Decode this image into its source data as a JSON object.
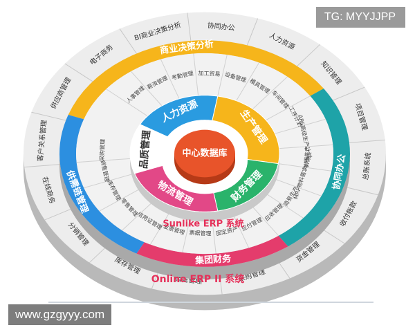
{
  "watermark": "TG: MYYJJPP",
  "site": "www.gzgyyy.com",
  "center": {
    "label": "中心数据库"
  },
  "inner_ring": {
    "segments": [
      {
        "label": "人力资源",
        "color": "#2a9be0"
      },
      {
        "label": "生产管理",
        "color": "#f6b51b"
      },
      {
        "label": "财务管理",
        "color": "#2ab36b"
      },
      {
        "label": "物流管理",
        "color": "#e24887"
      },
      {
        "label": "品质管理",
        "color": "#ffffff"
      }
    ]
  },
  "modules": [
    "人事管理",
    "薪资管理",
    "考勤管理",
    "加工贸易",
    "设备管理",
    "模具管理",
    "车间管理",
    "工序计划",
    "APS高级生产计划",
    "制程生产",
    "MRP物料需求计划",
    "简易生产",
    "应收管理",
    "应付管理",
    "固定资产",
    "票据管理",
    "发票管理",
    "信用证管理",
    "零售管理",
    "库存管理",
    "销售管理",
    "采购管理"
  ],
  "ring2": {
    "segments": [
      {
        "label": "商业决策分析",
        "color": "#f6b51b"
      },
      {
        "label": "协同办公",
        "color": "#1ea3a8"
      },
      {
        "label": "集团财务",
        "color": "#e43c6c"
      },
      {
        "label": "供需链管理",
        "color": "#2c8fe0"
      }
    ],
    "system_label": "Sunlike ERP 系统"
  },
  "outer_ring": {
    "items": [
      "BI商业决策分析",
      "协同办公",
      "人力资源",
      "知识管理",
      "项目管理",
      "总账系统",
      "收付帐款",
      "资金管理",
      "采购管理",
      "销售管理",
      "库存管理",
      "分销管理",
      "在线商务",
      "客户关系管理",
      "供应商管理",
      "电子商务"
    ],
    "system_label": "Online ERP II 系统"
  },
  "colors": {
    "outer": "#ededed",
    "outer_side": "#b9b9b9",
    "ring_base": "#e0e0e0",
    "ring_side": "#a9a9a9",
    "center": "#e8542a",
    "center_side": "#b63a17",
    "system_text": "#e5315a"
  }
}
